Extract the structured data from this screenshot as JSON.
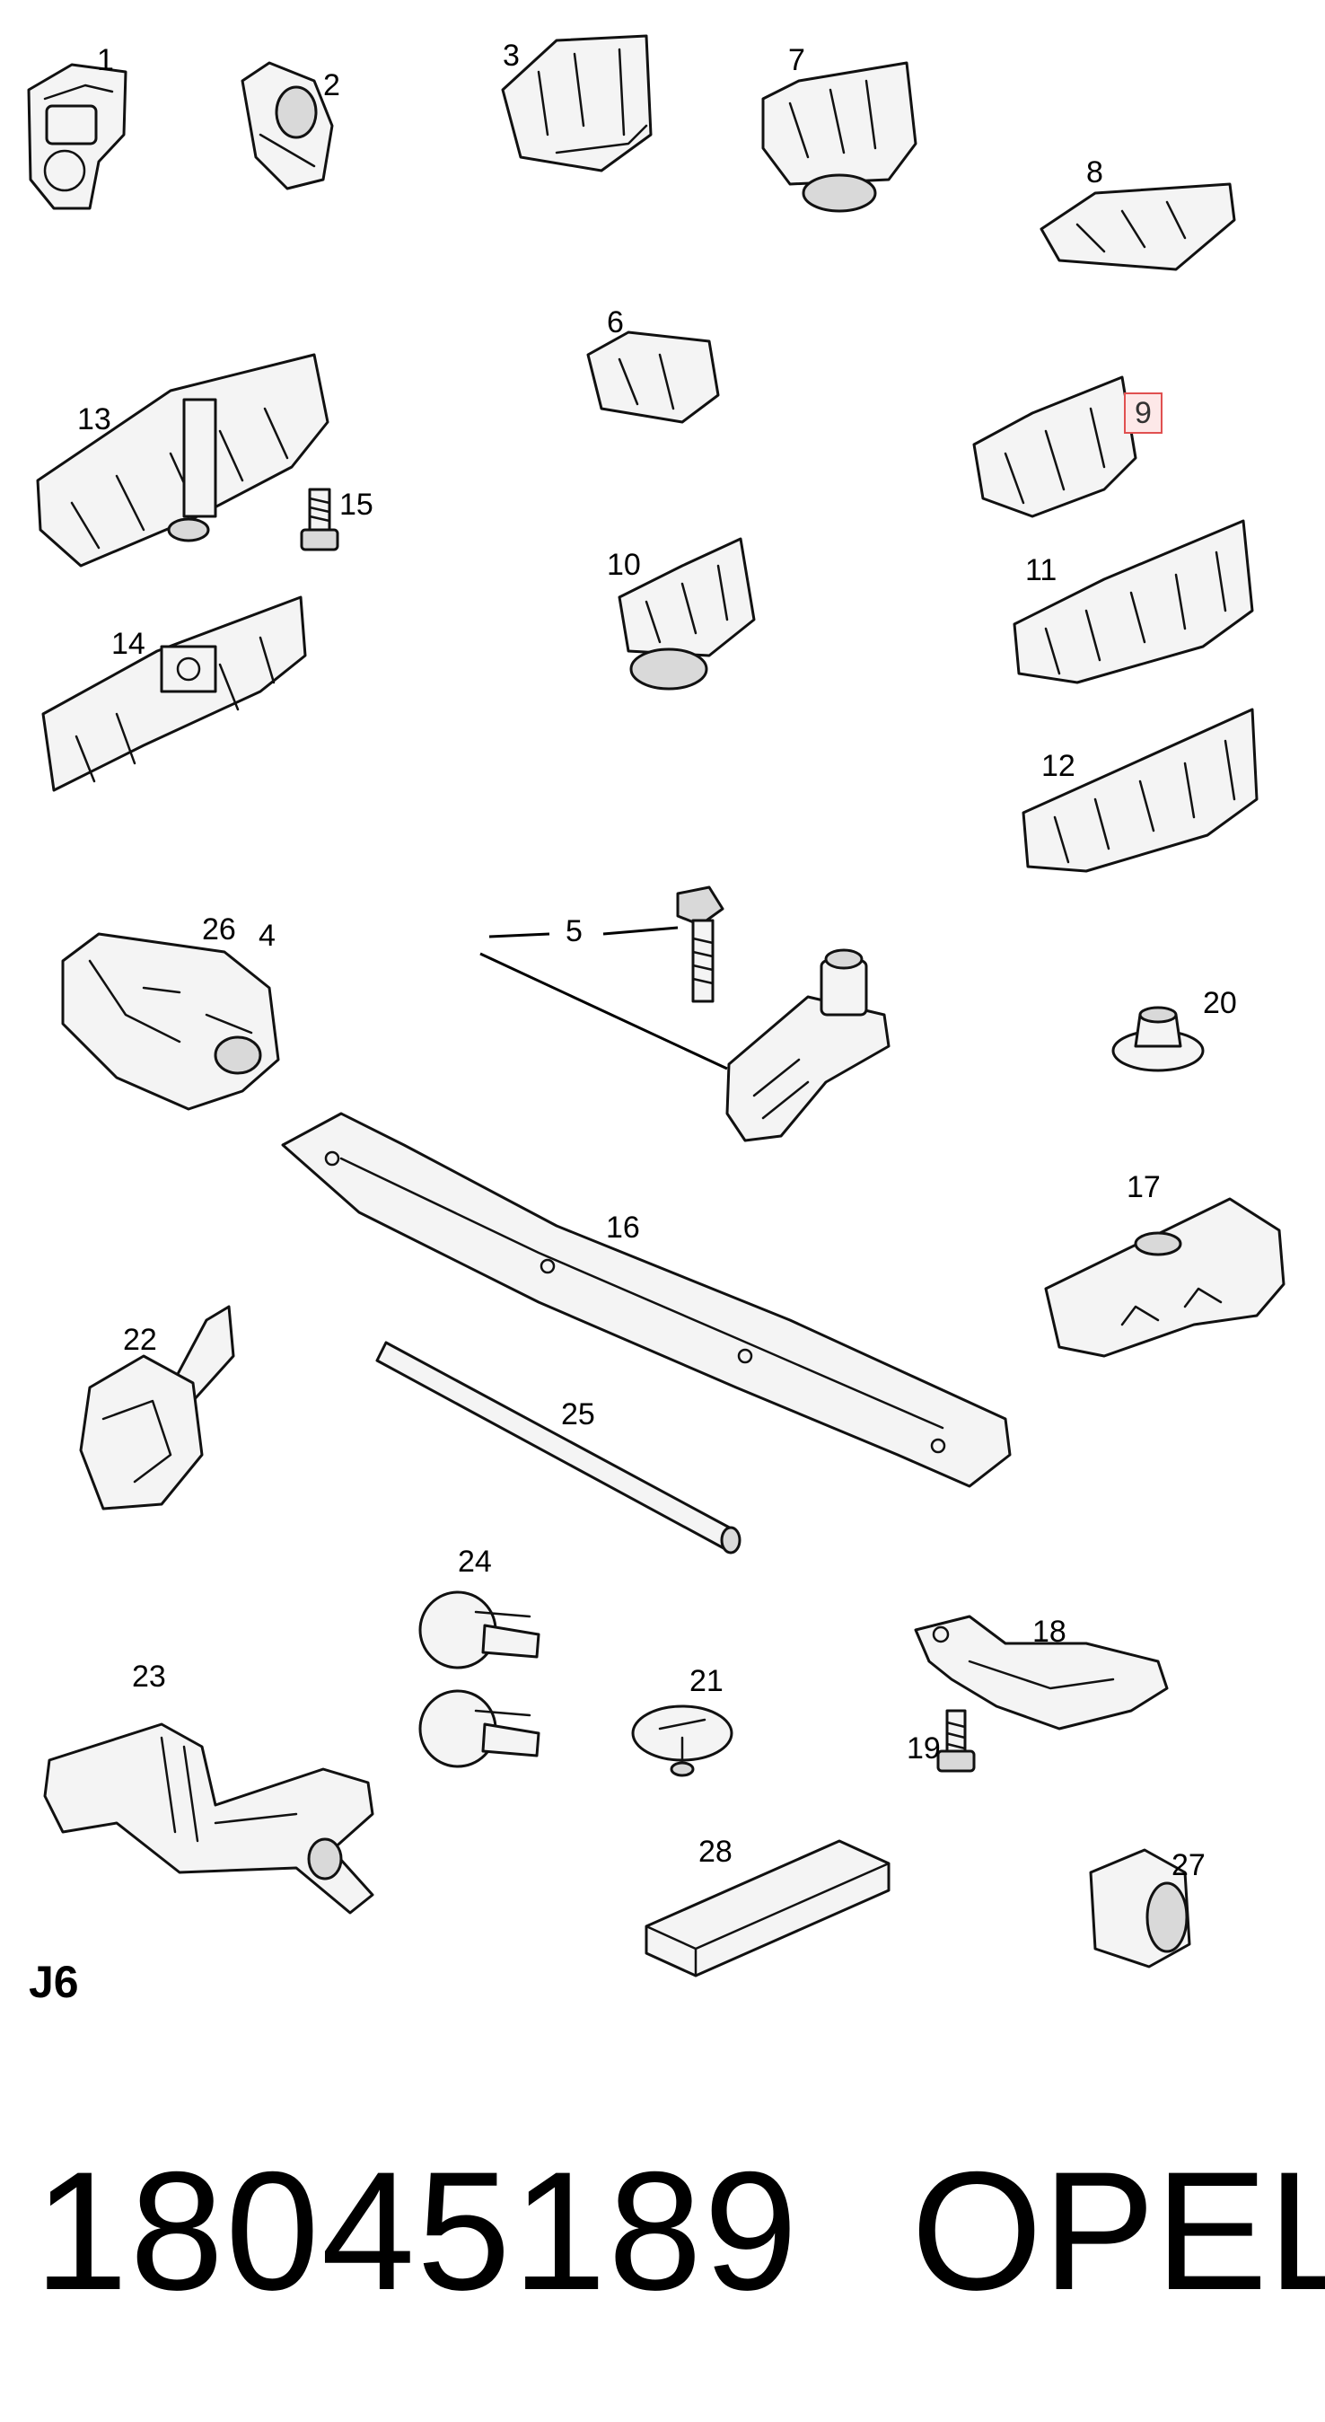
{
  "diagram": {
    "callouts": [
      "1",
      "2",
      "3",
      "4",
      "5",
      "6",
      "7",
      "8",
      "9",
      "10",
      "11",
      "12",
      "13",
      "14",
      "15",
      "16",
      "17",
      "18",
      "19",
      "20",
      "21",
      "22",
      "23",
      "24",
      "25",
      "26",
      "27",
      "28"
    ],
    "highlighted_callout": "9",
    "code": "J6"
  },
  "footer": {
    "part_number": "18045189",
    "brand": "OPEL"
  },
  "colors": {
    "highlight_border": "#e05050",
    "highlight_fill": "#fde8e8",
    "line": "#111111"
  }
}
